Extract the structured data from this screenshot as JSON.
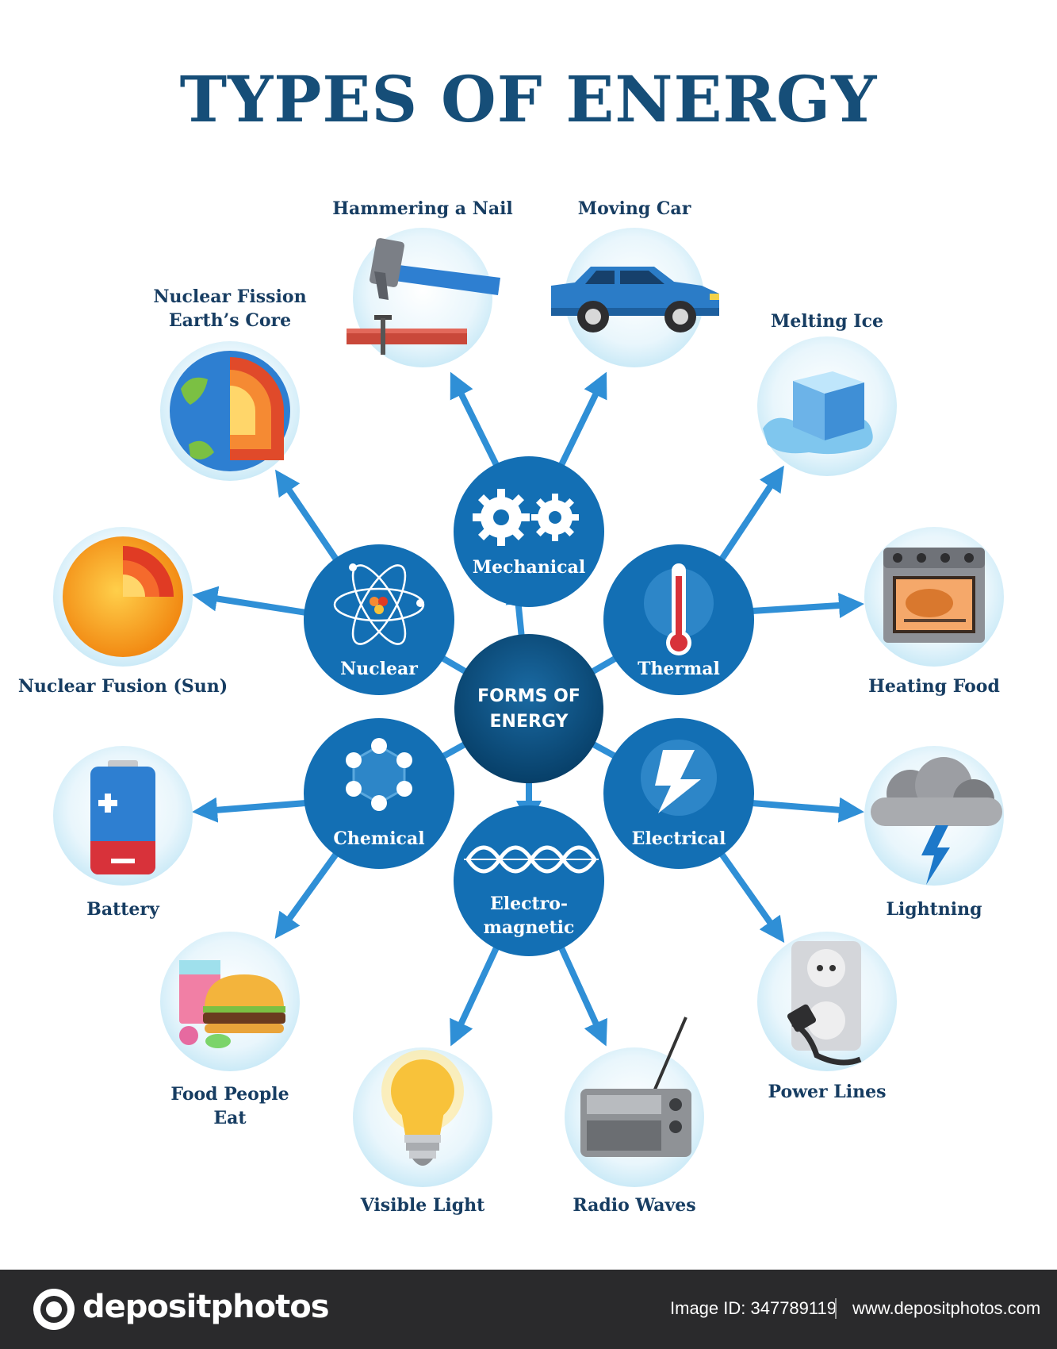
{
  "title": "TYPES OF ENERGY",
  "center": {
    "label_lines": [
      "FORMS OF",
      "ENERGY"
    ]
  },
  "forms": [
    {
      "id": "mechanical",
      "label_lines": [
        "Mechanical"
      ],
      "icon": "gears-icon"
    },
    {
      "id": "thermal",
      "label_lines": [
        "Thermal"
      ],
      "icon": "thermometer-icon"
    },
    {
      "id": "electrical",
      "label_lines": [
        "Electrical"
      ],
      "icon": "lightning-bolt-icon"
    },
    {
      "id": "electromagnetic",
      "label_lines": [
        "Electro-",
        "magnetic"
      ],
      "icon": "wave-icon"
    },
    {
      "id": "chemical",
      "label_lines": [
        "Chemical"
      ],
      "icon": "molecule-icon"
    },
    {
      "id": "nuclear",
      "label_lines": [
        "Nuclear"
      ],
      "icon": "atom-icon"
    }
  ],
  "examples": [
    {
      "form": "mechanical",
      "label_lines": [
        "Hammering a Nail"
      ],
      "icon": "hammer-nail-icon"
    },
    {
      "form": "mechanical",
      "label_lines": [
        "Moving Car"
      ],
      "icon": "car-icon"
    },
    {
      "form": "thermal",
      "label_lines": [
        "Melting Ice"
      ],
      "icon": "ice-cube-icon"
    },
    {
      "form": "thermal",
      "label_lines": [
        "Heating Food"
      ],
      "icon": "oven-icon"
    },
    {
      "form": "electrical",
      "label_lines": [
        "Lightning"
      ],
      "icon": "storm-cloud-icon"
    },
    {
      "form": "electrical",
      "label_lines": [
        "Power Lines"
      ],
      "icon": "power-socket-icon"
    },
    {
      "form": "electromagnetic",
      "label_lines": [
        "Radio Waves"
      ],
      "icon": "radio-icon"
    },
    {
      "form": "electromagnetic",
      "label_lines": [
        "Visible Light"
      ],
      "icon": "light-bulb-icon"
    },
    {
      "form": "chemical",
      "label_lines": [
        "Food People",
        "Eat"
      ],
      "icon": "burger-drink-icon"
    },
    {
      "form": "chemical",
      "label_lines": [
        "Battery"
      ],
      "icon": "battery-icon"
    },
    {
      "form": "nuclear",
      "label_lines": [
        "Nuclear Fusion (Sun)"
      ],
      "icon": "sun-core-icon"
    },
    {
      "form": "nuclear",
      "label_lines": [
        "Nuclear Fission",
        "Earth’s Core"
      ],
      "icon": "earth-core-icon"
    }
  ],
  "footer": {
    "brand": "depositphotos",
    "image_id": "Image ID: 347789119",
    "site": "www.depositphotos.com"
  },
  "colors": {
    "title": "#164e78",
    "node": "#136fb4",
    "center": "#0b4f80",
    "arrow": "#2f8fd6",
    "bubble": "#dbf1fb",
    "label": "#173d62",
    "footer": "#2a2a2c"
  }
}
